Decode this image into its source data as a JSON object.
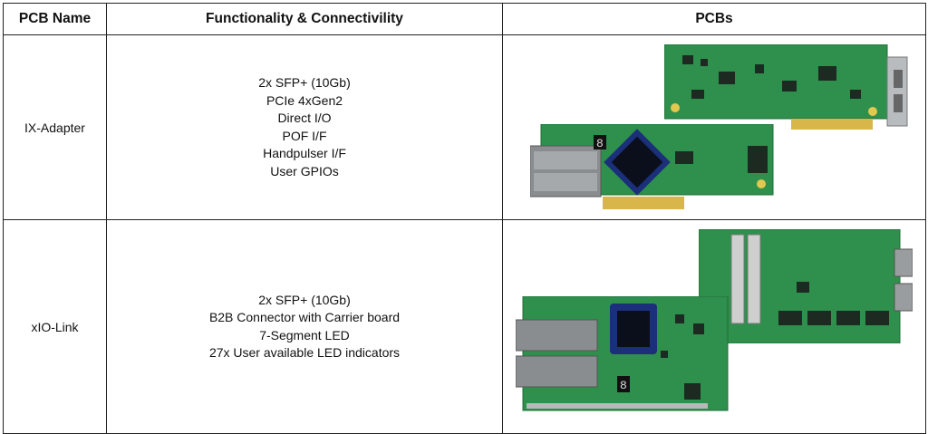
{
  "table": {
    "headers": {
      "name": "PCB Name",
      "functionality": "Functionality & Connectivility",
      "pcbs": "PCBs"
    },
    "rows": [
      {
        "name": "IX-Adapter",
        "features": [
          "2x SFP+ (10Gb)",
          "PCIe 4xGen2",
          "Direct I/O",
          "POF I/F",
          "Handpulser I/F",
          "User GPIOs"
        ],
        "images": [
          "ix-adapter-back-photo",
          "ix-adapter-front-photo"
        ],
        "seven_segment_digit": "8"
      },
      {
        "name": "xIO-Link",
        "features": [
          "2x SFP+ (10Gb)",
          "B2B Connector with Carrier board",
          "7-Segment LED",
          "27x User available LED indicators"
        ],
        "images": [
          "xio-link-back-photo",
          "xio-link-front-photo"
        ],
        "seven_segment_digit": "8"
      }
    ]
  },
  "colors": {
    "pcb_green": "#2f8f4c",
    "pcb_dark": "#1f6e39",
    "gold": "#d8b64a",
    "heatsink": "#1b2f7a",
    "heatsink_fins": "#0b0f1c",
    "sfp_cage": "#8a8d8f"
  }
}
